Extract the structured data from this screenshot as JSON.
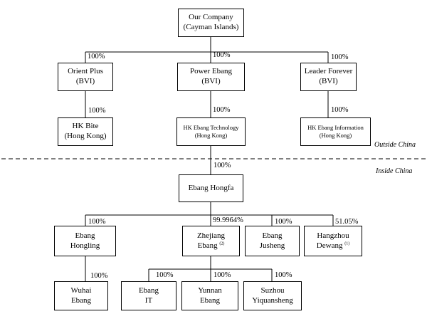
{
  "entities": {
    "our_company": {
      "line1": "Our Company",
      "line2": "(Cayman Islands)"
    },
    "orient_plus": {
      "line1": "Orient Plus",
      "line2": "(BVI)"
    },
    "power_ebang": {
      "line1": "Power Ebang",
      "line2": "(BVI)"
    },
    "leader_forever": {
      "line1": "Leader Forever",
      "line2": "(BVI)"
    },
    "hk_bite": {
      "line1": "HK Bite",
      "line2": "(Hong Kong)"
    },
    "hk_ebang_tech": {
      "line1": "HK Ebang Technology",
      "line2": "(Hong Kong)"
    },
    "hk_ebang_info": {
      "line1": "HK Ebang Information",
      "line2": "(Hong Kong)"
    },
    "ebang_hongfa": {
      "line1": "Ebang Hongfa"
    },
    "ebang_hongling": {
      "line1": "Ebang",
      "line2": "Hongling"
    },
    "zhejiang_ebang": {
      "line1": "Zhejiang",
      "line2": "Ebang",
      "note": "(2)"
    },
    "ebang_jusheng": {
      "line1": "Ebang",
      "line2": "Jusheng"
    },
    "hangzhou_dewang": {
      "line1": "Hangzhou",
      "line2": "Dewang",
      "note": "(1)"
    },
    "wuhai_ebang": {
      "line1": "Wuhai",
      "line2": "Ebang"
    },
    "ebang_it": {
      "line1": "Ebang",
      "line2": "IT"
    },
    "yunnan_ebang": {
      "line1": "Yunnan",
      "line2": "Ebang"
    },
    "suzhou": {
      "line1": "Suzhou",
      "line2": "Yiquansheng"
    }
  },
  "ownership": {
    "orient_plus": "100%",
    "power_ebang": "100%",
    "leader_forever": "100%",
    "hk_bite": "100%",
    "hk_ebang_tech": "100%",
    "hk_ebang_info": "100%",
    "ebang_hongfa": "100%",
    "ebang_hongling": "100%",
    "zhejiang_ebang": "99.9964%",
    "ebang_jusheng": "100%",
    "hangzhou_dewang": "51.05%",
    "wuhai_ebang": "100%",
    "ebang_it": "100%",
    "yunnan_ebang": "100%",
    "suzhou": "100%"
  },
  "regions": {
    "outside": "Outside China",
    "inside": "Inside China"
  }
}
